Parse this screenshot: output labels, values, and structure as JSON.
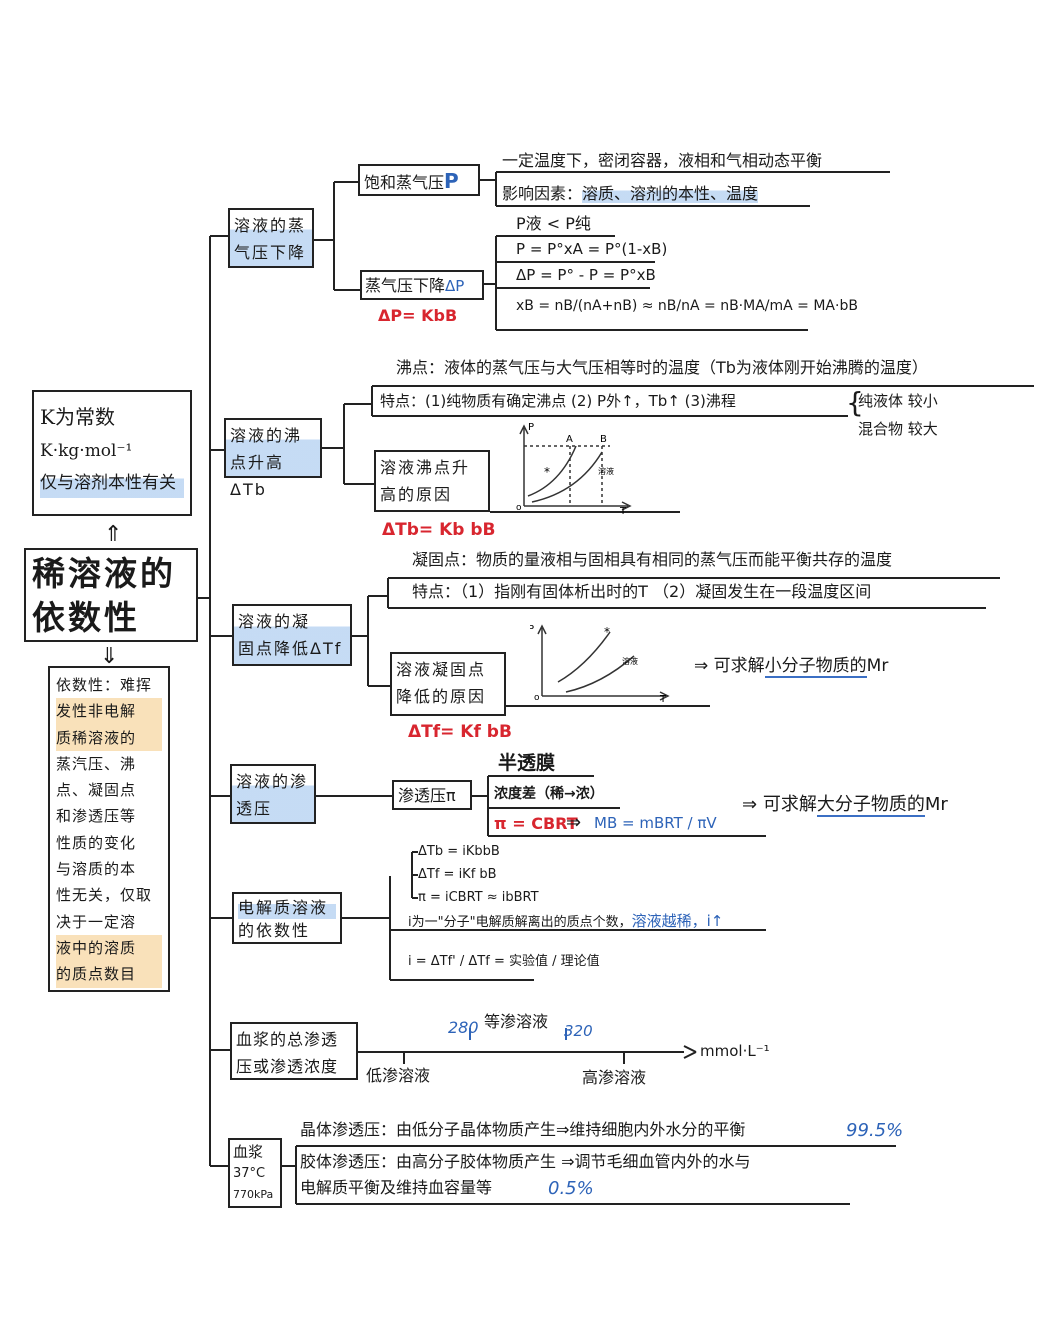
{
  "root": {
    "line1": "稀溶液的",
    "line2": "依数性"
  },
  "k_note": {
    "line1": "K为常数",
    "line2": "K·kg·mol⁻¹",
    "line3": "仅与溶剂本性有关"
  },
  "definition": {
    "lines": [
      "依数性：难挥",
      "发性非电解",
      "质稀溶液的",
      "蒸汽压、沸",
      "点、凝固点",
      "和渗透压等",
      "性质的变化",
      "与溶质的本",
      "性无关，仅取",
      "决于一定溶",
      "液中的溶质",
      "的质点数目"
    ]
  },
  "arrows": {
    "up": "⇑",
    "down": "⇓"
  },
  "branch1": {
    "title1": "溶液的蒸",
    "title2": "气压下降",
    "sat_label": "饱和蒸气压",
    "sat_symbol": "P",
    "sat_def": "一定温度下，密闭容器，液相和气相动态平衡",
    "factors_prefix": "影响因素：",
    "factors": "溶质、溶剂的本性、温度",
    "p_compare": "P液 < P纯",
    "drop_label": "蒸气压下降",
    "drop_symbol": "ΔP",
    "eq1": "P = P°xA = P°(1-xB)",
    "eq2": "ΔP = P° - P = P°xB",
    "eq3": "xB = nB/(nA+nB) ≈ nB/nA = nB·MA/mA = MA·bB",
    "formula": "ΔP= KbB"
  },
  "branch2": {
    "title1": "溶液的沸",
    "title2": "点升高ΔTb",
    "def": "沸点：液体的蒸气压与大气压相等时的温度（Tb为液体刚开始沸腾的温度）",
    "feature": "特点：(1)纯物质有确定沸点 (2) P外↑，Tb↑ (3)沸程",
    "pure": "纯液体  较小",
    "mix": "混合物  较大",
    "reason1": "溶液沸点升",
    "reason2": "高的原因",
    "graph_p": "P",
    "graph_t": "T",
    "graph_a": "A",
    "graph_b": "B",
    "graph_o": "o",
    "graph_star": "*",
    "graph_liq": "溶液",
    "formula": "ΔTb= Kb bB"
  },
  "branch3": {
    "title1": "溶液的凝",
    "title2": "固点降低ΔTf",
    "def": "凝固点：物质的量液相与固相具有相同的蒸气压而能平衡共存的温度",
    "feature": "特点：（1）指刚有固体析出时的T  （2）凝固发生在一段温度区间",
    "reason1": "溶液凝固点",
    "reason2": "降低的原因",
    "graph_p": "P",
    "graph_t": "T",
    "graph_o": "o",
    "graph_star": "*",
    "graph_liq": "溶液",
    "result_arrow": "⇒",
    "result_prefix": "可求解",
    "result_hl": "小分子物质的",
    "result_suffix": "Mr",
    "formula": "ΔTf= Kf bB"
  },
  "branch4": {
    "title1": "溶液的渗",
    "title2": "透压",
    "label": "渗透压π",
    "membrane": "半透膜",
    "diff": "浓度差（稀→浓）",
    "eq_pi": "π = CBRT",
    "eq_arrow": "⇒",
    "eq_mb": "MB = mBRT / πV",
    "result_arrow": "⇒",
    "result_prefix": "可求解",
    "result_hl": "大分子物质的",
    "result_suffix": "Mr"
  },
  "branch5": {
    "title1": "电解质溶液",
    "title2": "的依数性",
    "eq1": "ΔTb = iKbbB",
    "eq2": "ΔTf = iKf bB",
    "eq3": "π = iCBRT ≈ ibBRT",
    "i_desc_prefix": "i为一\"分子\"电解质解离出的质点个数，",
    "i_desc_hl": "溶液越稀，i↑",
    "i_eq": "i = ΔTf' / ΔTf = 实验值 / 理论值"
  },
  "branch6": {
    "title1": "血浆的总渗透",
    "title2": "压或渗透浓度",
    "v280": "280",
    "v320": "320",
    "iso": "等渗溶液",
    "unit": "mmol·L⁻¹",
    "low": "低渗溶液",
    "high": "高渗溶液"
  },
  "branch7": {
    "title1": "血浆",
    "title2": "37°C",
    "title3": "770kPa",
    "crystal": "晶体渗透压：由低分子晶体物质产生⇒维持细胞内外水分的平衡",
    "crystal_pct": "99.5%",
    "colloid1": "胶体渗透压：由高分子胶体物质产生 ⇒调节毛细血管内外的水与",
    "colloid2": "电解质平衡及维持血容量等",
    "colloid_pct": "0.5%"
  }
}
